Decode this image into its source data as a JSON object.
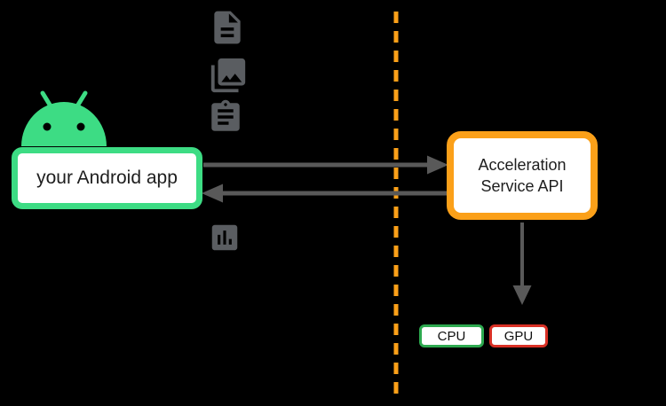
{
  "colors": {
    "background": "#000000",
    "android_green": "#3DDC84",
    "app_box_border": "#3DDC84",
    "api_box_border": "#FBA019",
    "divider_orange": "#FBA019",
    "cpu_border_green": "#2DA94F",
    "gpu_border_red": "#D93025",
    "arrow_gray": "#595959",
    "icon_gray": "#5A5D61"
  },
  "nodes": {
    "app_box": {
      "label": "your Android app"
    },
    "api_box": {
      "label": "Acceleration Service API"
    },
    "cpu_chip": {
      "label": "CPU"
    },
    "gpu_chip": {
      "label": "GPU"
    }
  },
  "icons": [
    {
      "name": "document-icon"
    },
    {
      "name": "photo-library-icon"
    },
    {
      "name": "clipboard-icon"
    },
    {
      "name": "bar-chart-icon"
    },
    {
      "name": "android-robot-icon"
    }
  ],
  "connections": [
    {
      "from": "app_box",
      "to": "api_box",
      "direction": "right"
    },
    {
      "from": "api_box",
      "to": "app_box",
      "direction": "left"
    },
    {
      "from": "api_box",
      "to": "gpu_chip",
      "direction": "down"
    }
  ]
}
